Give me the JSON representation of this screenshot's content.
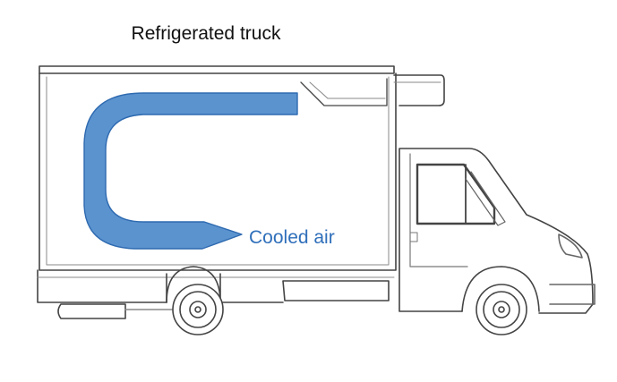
{
  "title": "Refrigerated truck",
  "air_label": "Cooled air",
  "colors": {
    "arrow_fill": "#5b93cf",
    "arrow_stroke": "#2e6ab0",
    "label": "#2f6fba",
    "outline": "#444444"
  },
  "icons": [
    "truck-illustration",
    "cooled-air-arrow",
    "wheel-icon"
  ]
}
